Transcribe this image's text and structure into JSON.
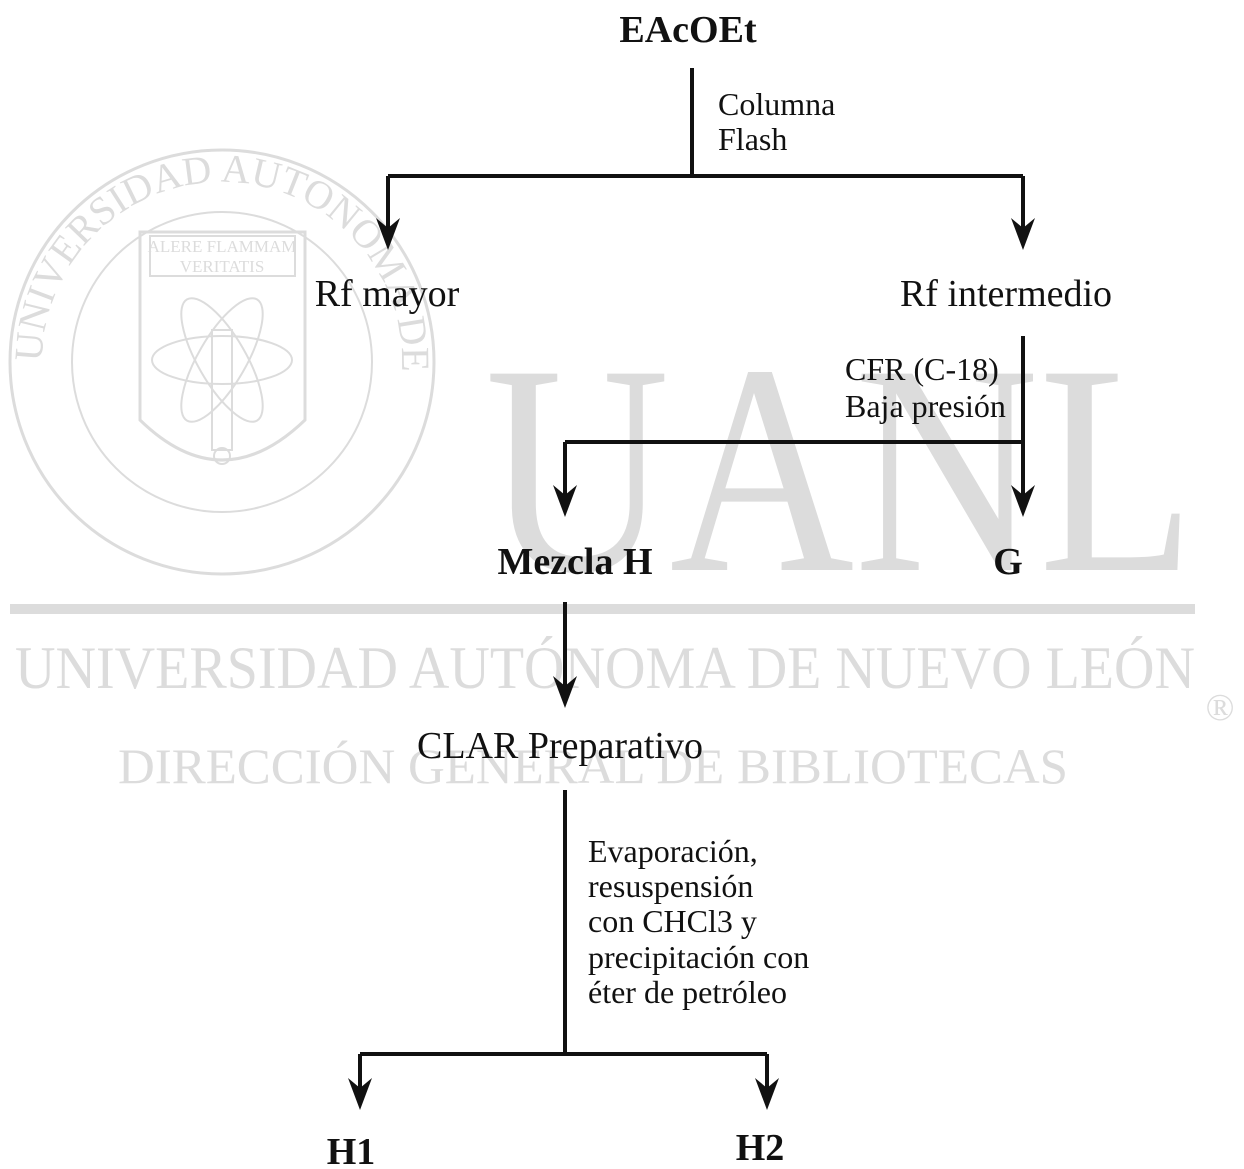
{
  "watermark": {
    "seal_ring_text": "UNIVERSIDAD AUTONOMA DE NUEVO LEON",
    "seal_motto_1": "ALERE FLAMMAM",
    "seal_motto_2": "VERITATIS",
    "big_letters": "UANL",
    "university": "UNIVERSIDAD AUTÓNOMA DE NUEVO LEÓN",
    "registered": "®",
    "library": "DIRECCIÓN GENERAL DE BIBLIOTECAS",
    "color": "#dcdcdc"
  },
  "nodes": {
    "root": "EAcOEt",
    "rf_mayor": "Rf mayor",
    "rf_intermedio": "Rf intermedio",
    "mezcla_h": "Mezcla H",
    "g": "G",
    "clar": "CLAR Preparativo",
    "h1": "H1",
    "h2": "H2"
  },
  "steps": {
    "step1": [
      "Columna",
      "Flash"
    ],
    "step2": [
      "CFR (C-18)",
      "Baja presión"
    ],
    "step3": [
      "Evaporación,",
      "resuspensión",
      "con CHCl3 y",
      "precipitación con",
      "éter de petróleo"
    ]
  }
}
